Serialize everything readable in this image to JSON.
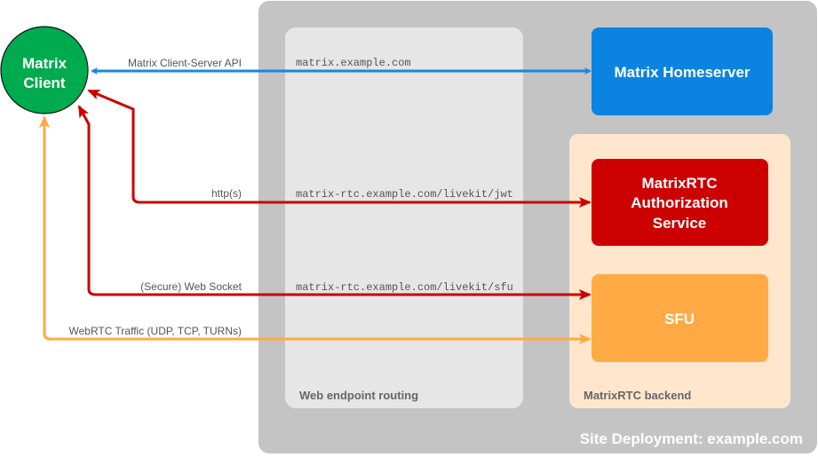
{
  "site": {
    "label": "Site Deployment: example.com"
  },
  "routing": {
    "label": "Web endpoint routing"
  },
  "backend": {
    "label": "MatrixRTC backend"
  },
  "client": {
    "line1": "Matrix",
    "line2": "Client"
  },
  "homeserver": {
    "label": "Matrix Homeserver"
  },
  "auth": {
    "line1": "MatrixRTC",
    "line2": "Authorization",
    "line3": "Service"
  },
  "sfu": {
    "label": "SFU"
  },
  "connections": [
    {
      "label": "Matrix Client-Server API",
      "endpoint": "matrix.example.com"
    },
    {
      "label": "http(s)",
      "endpoint": "matrix-rtc.example.com/livekit/jwt"
    },
    {
      "label": "(Secure) Web Socket",
      "endpoint": "matrix-rtc.example.com/livekit/sfu"
    },
    {
      "label": "WebRTC Traffic (UDP, TCP, TURNs)",
      "endpoint": ""
    }
  ],
  "colors": {
    "client": "#00aa4f",
    "homeserver": "#0a84e0",
    "auth": "#cc0000",
    "sfu": "#ffaa44",
    "blue_arrow": "#1a86e0",
    "red_arrow": "#cc0000",
    "orange_arrow": "#ffaa44"
  }
}
